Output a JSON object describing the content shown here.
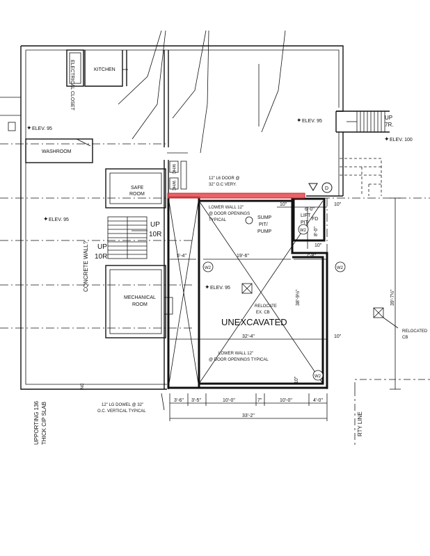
{
  "rooms": {
    "electrical_closet": "ELECTRICAL CLOSET",
    "kitchen": "KITCHEN",
    "washroom": "WASHROOM",
    "safe_room_1": "SAFE",
    "safe_room_2": "ROOM",
    "mechanical_1": "MECHANICAL",
    "mechanical_2": "ROOM",
    "sump_1": "SUMP",
    "sump_2": "PIT/",
    "sump_3": "PUMP",
    "lift_pit_1": "LIFT",
    "lift_pit_2": "PIT",
    "unexcavated": "UNEXCAVATED",
    "fd": "FD"
  },
  "elevations": {
    "e95_left": "ELEV. 95",
    "e95_mid": "ELEV. 95",
    "e95_top": "ELEV. 95",
    "e95_unexc": "ELEV. 95",
    "e100": "ELEV. 100"
  },
  "notes": {
    "door_note_1": "12\" L6 DOOR @",
    "door_note_2": "32\" O.C VERY.",
    "lower_wall_top_1": "LOWER WALL 12\"",
    "lower_wall_top_2": "@ DOOR OPENINGS",
    "lower_wall_top_3": "TYPICAL",
    "lower_wall_bot_1": "LOWER WALL 12\"",
    "lower_wall_bot_2": "@ DOOR OPENINGS TYPICAL",
    "relocate_1": "RELOCATE",
    "relocate_2": "EX. CB",
    "relocated_1": "RELOCATED",
    "relocated_2": "CB",
    "dowel_1": "12\" LG DOWEL @ 32\"",
    "dowel_2": "O.C. VERTICAL TYPICAL",
    "concrete_wall": "CONCRETE WALL?",
    "supporting_1": "UPPORTING 136",
    "supporting_2": "THICK CIP SLAB",
    "property_line": "RTY LINE",
    "nc": "NC",
    "stair_up_left_1": "UP",
    "stair_up_left_2": "10R",
    "stair_up_right_1": "UP",
    "stair_up_right_2": "10R",
    "stair_top_1": "UP",
    "stair_top_2": "7R.",
    "wall_tag": "W2",
    "grid_d": "D",
    "whc": "WHC"
  },
  "dimensions": {
    "d_5_4": "5'-4\"",
    "d_19_6": "19'-6\"",
    "d_7_8": "7'-8\"",
    "d_32_4": "32'-4\"",
    "d_33_2": "33'-2\"",
    "d_3_6": "3'-6\"",
    "d_3_5": "3'-5\"",
    "d_10_0a": "10'-0\"",
    "d_7": "7\"",
    "d_10_0b": "10'-0\"",
    "d_4_0": "4'-0\"",
    "d_10a": "10\"",
    "d_10b": "10\"",
    "d_10c": "10\"",
    "d_10d": "10\"",
    "d_10e": "10\"",
    "d_6_0": "6'-0\"",
    "d_8_0": "8'-0\"",
    "d_38_6": "38'-9½\"",
    "d_39_7": "39'-7½\""
  },
  "highlight_color": "#e8464c"
}
